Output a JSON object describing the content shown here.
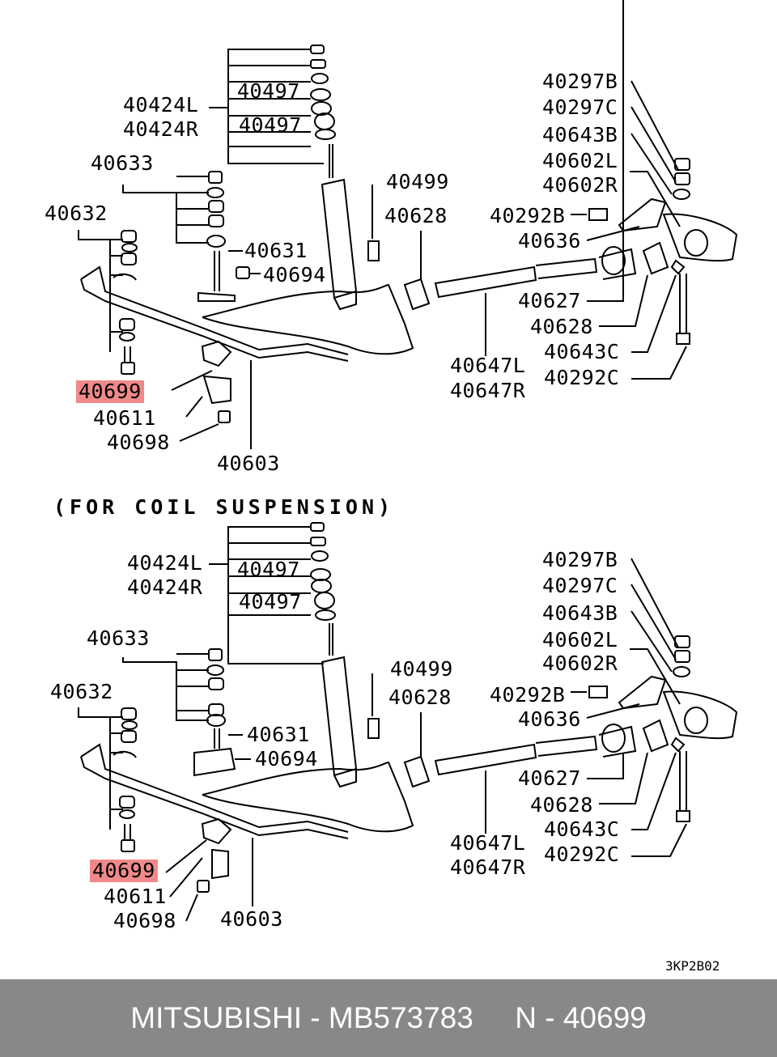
{
  "diagram_top": {
    "labels": {
      "l40424L": "40424L",
      "l40424R": "40424R",
      "l40497a": "40497",
      "l40497b": "40497",
      "l40633": "40633",
      "l40632": "40632",
      "l40631": "40631",
      "l40694": "40694",
      "l40499": "40499",
      "l40628a": "40628",
      "l40699": "40699",
      "l40611": "40611",
      "l40698": "40698",
      "l40603": "40603",
      "l40647L": "40647L",
      "l40647R": "40647R",
      "l40297B": "40297B",
      "l40297C": "40297C",
      "l40643B": "40643B",
      "l40602L": "40602L",
      "l40602R": "40602R",
      "l40292B": "40292B",
      "l40636": "40636",
      "l40627": "40627",
      "l40628b": "40628",
      "l40643C": "40643C",
      "l40292C": "40292C"
    }
  },
  "caption": "(FOR COIL SUSPENSION)",
  "diagram_bottom": {
    "labels": {
      "l40424L": "40424L",
      "l40424R": "40424R",
      "l40497a": "40497",
      "l40497b": "40497",
      "l40633": "40633",
      "l40632": "40632",
      "l40631": "40631",
      "l40694": "40694",
      "l40499": "40499",
      "l40628a": "40628",
      "l40699": "40699",
      "l40611": "40611",
      "l40698": "40698",
      "l40603": "40603",
      "l40647L": "40647L",
      "l40647R": "40647R",
      "l40297B": "40297B",
      "l40297C": "40297C",
      "l40643B": "40643B",
      "l40602L": "40602L",
      "l40602R": "40602R",
      "l40292B": "40292B",
      "l40636": "40636",
      "l40627": "40627",
      "l40628b": "40628",
      "l40643C": "40643C",
      "l40292C": "40292C"
    }
  },
  "diagram_code": "3KP2B02",
  "footer": {
    "text": "MITSUBISHI - MB573783     N - 40699"
  },
  "colors": {
    "highlight": "#f08a8a",
    "footer_bg": "#888888",
    "footer_text": "#ffffff"
  }
}
